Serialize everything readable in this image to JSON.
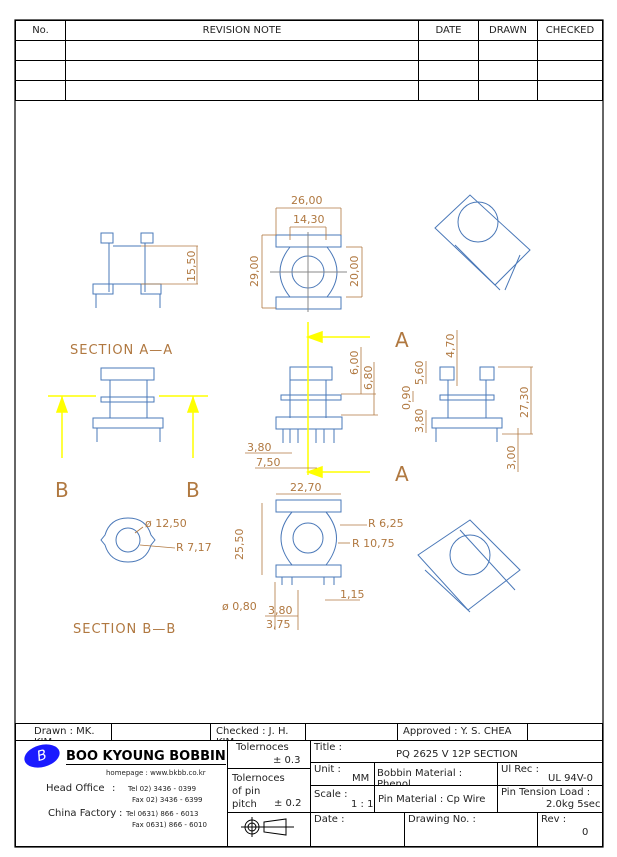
{
  "revision_table": {
    "headers": [
      "No.",
      "REVISION  NOTE",
      "DATE",
      "DRAWN",
      "CHECKED"
    ],
    "rows": [
      [
        "",
        "",
        "",
        "",
        ""
      ],
      [
        "",
        "",
        "",
        "",
        ""
      ],
      [
        "",
        "",
        "",
        "",
        ""
      ]
    ]
  },
  "dimensions": {
    "top_width": "26,00",
    "top_inner": "14,30",
    "top_height": "29,00",
    "top_inner_height": "20,00",
    "side_height": "15,50",
    "d_6_00": "6,00",
    "d_6_80": "6,80",
    "d_3_80": "3,80",
    "d_7_50": "7,50",
    "d_4_70": "4,70",
    "d_5_60": "5,60",
    "d_0_90": "0,90",
    "d_3_80b": "3,80",
    "d_27_30": "27,30",
    "d_3_00": "3,00",
    "d_22_70": "22,70",
    "d_25_50": "25,50",
    "r_6_25": "R 6,25",
    "r_10_75": "R 10,75",
    "d_0_80": "ø 0,80",
    "d_3_80c": "3,80",
    "d_3_75": "3,75",
    "d_1_15": "1,15",
    "d_12_50": "ø 12,50",
    "r_7_17": "R 7,17"
  },
  "labels": {
    "section_aa": "SECTION  A—A",
    "section_bb": "SECTION  B—B",
    "a_top": "A",
    "a_bottom": "A",
    "b_left": "B",
    "b_right": "B"
  },
  "title_block": {
    "drawn": "Drawn : MK. KIM",
    "checked": "Checked : J. H. KIM",
    "approved": "Approved : Y. S. CHEA",
    "company": "BOO KYOUNG BOBBIN",
    "homepage": "homepage : www.bkbb.co.kr",
    "head_office": "Head Office",
    "ho_tel": "Tel   02) 3436 - 0399",
    "ho_fax": "Fax   02) 3436 - 6399",
    "china_factory": "China Factory",
    "cf_tel": "Tel   0631) 866 - 6013",
    "cf_fax": "Fax   0631) 866 - 6010",
    "colon": ":",
    "tol_label": "Tolernoces",
    "tol_value": "± 0.3",
    "tol_pitch_label": "Tolernoces of pin pitch",
    "tol_pitch_value": "± 0.2",
    "title_label": "Title :",
    "title_value": "PQ 2625 V 12P SECTION",
    "unit_label": "Unit :",
    "unit_value": "MM",
    "bobbin_material": "Bobbin Material : Phenol",
    "ul_label": "Ul Rec :",
    "ul_value": "UL 94V-0",
    "scale_label": "Scale :",
    "scale_value": "1 : 1",
    "pin_material": "Pin Material : Cp Wire",
    "pin_tension_label": "Pin Tension Load :",
    "pin_tension_value": "2.0kg 5sec",
    "date_label": "Date :",
    "drawing_no_label": "Drawing No.  :",
    "rev_label": "Rev :",
    "rev_value": "0"
  },
  "colors": {
    "part": "#4a78b8",
    "dimension": "#b07840",
    "section_line": "#ffff00",
    "logo": "#1a1aff"
  }
}
